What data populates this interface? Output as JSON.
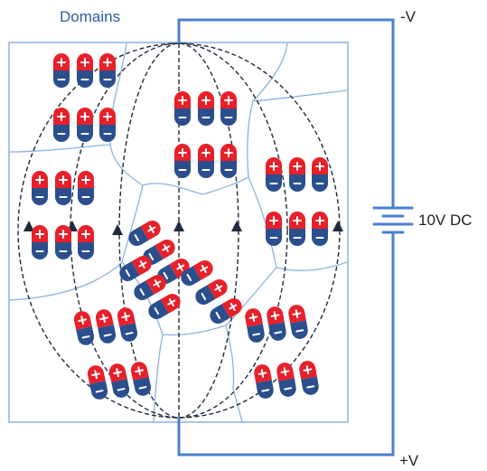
{
  "labels": {
    "domains": "Domains",
    "neg_terminal": "-V",
    "pos_terminal": "+V",
    "battery": "10V DC"
  },
  "dipole": {
    "plus": "+",
    "minus": "−"
  },
  "colors": {
    "boundary": "#8ab4e0",
    "wire": "#4a7fd1",
    "text": "#2b5ca8",
    "field_line": "#1f2b3d",
    "dipole_positive": "#e8202a",
    "dipole_negative": "#2a4f8c"
  }
}
